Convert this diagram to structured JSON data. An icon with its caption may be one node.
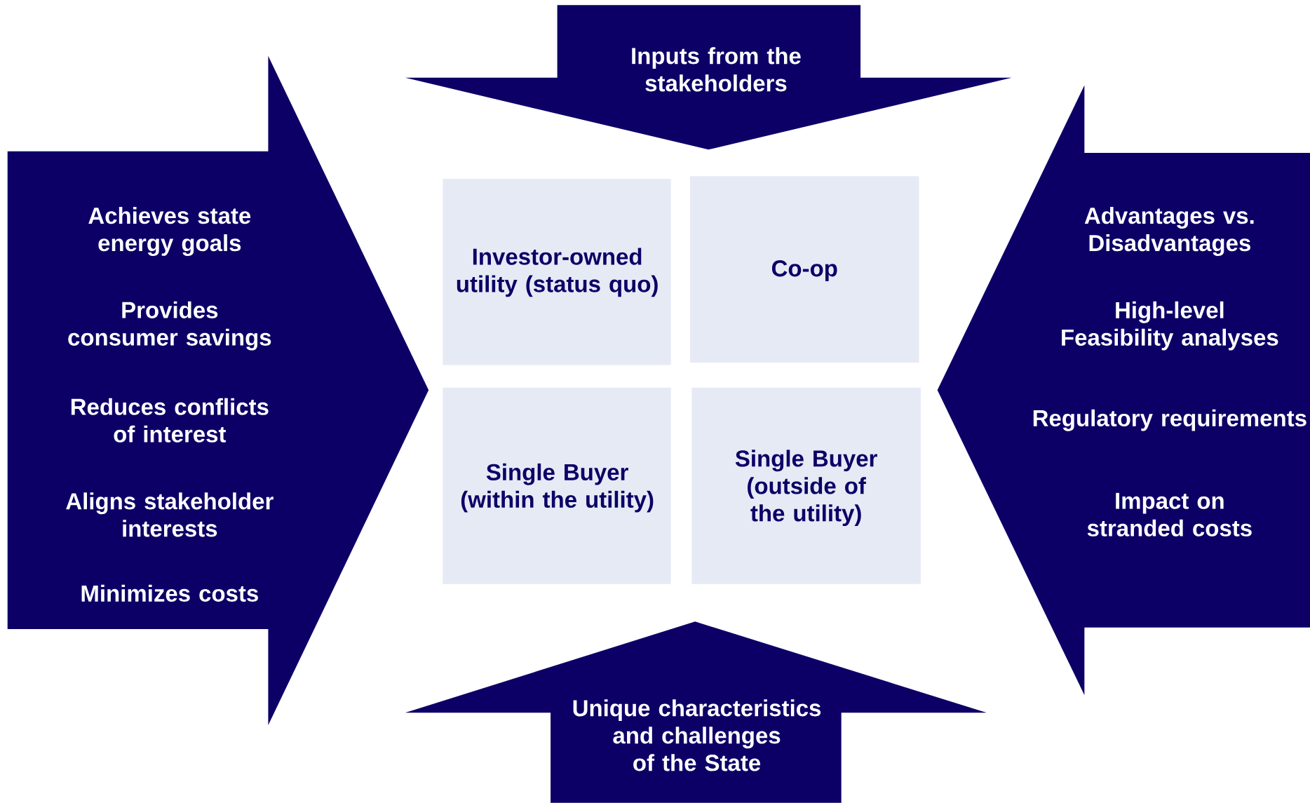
{
  "diagram": {
    "nodes": [
      {
        "text": [
          "Inputs from the stakeholders"
        ]
      },
      {
        "text": [
          "Achieves state energy goals",
          "Provides consumer savings",
          "Reduces conflicts of interest",
          "Aligns stakeholder interests",
          "Minimizes costs"
        ]
      },
      {
        "text": [
          "Investor-owned utility (status quo)"
        ]
      },
      {
        "text": [
          "Co-op"
        ]
      },
      {
        "text": [
          "Advantages vs. Disadvantages",
          "High-level Feasibility analyses",
          "Regulatory requirements",
          "Impact on stranded costs"
        ]
      },
      {
        "text": [
          "Single Buyer (within the utility)"
        ]
      },
      {
        "text": [
          "Single Buyer (outside of the utility)"
        ]
      },
      {
        "text": [
          "Unique characteristics and challenges of the State"
        ]
      }
    ]
  }
}
